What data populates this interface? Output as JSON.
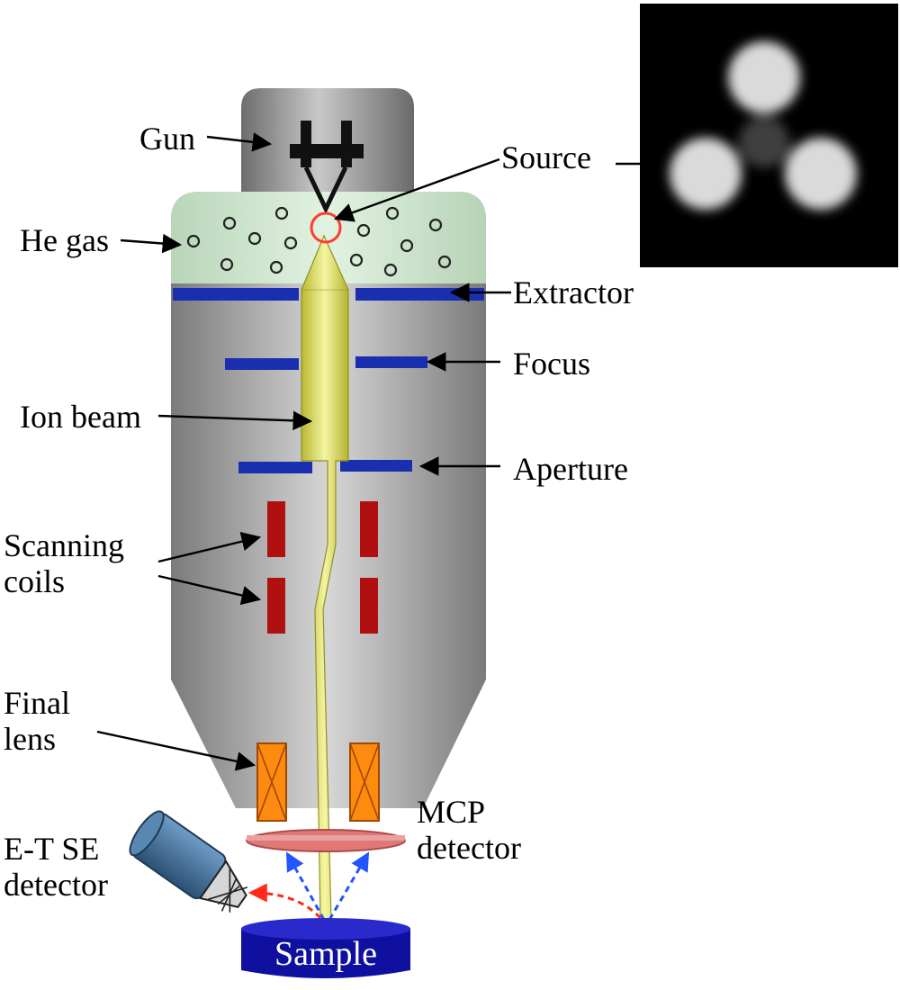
{
  "labels": {
    "gun": "Gun",
    "source": "Source",
    "he_gas": "He gas",
    "extractor": "Extractor",
    "focus": "Focus",
    "ion_beam": "Ion beam",
    "aperture": "Aperture",
    "scanning_coils_line1": "Scanning",
    "scanning_coils_line2": "coils",
    "final_lens_line1": "Final",
    "final_lens_line2": "lens",
    "mcp_line1": "MCP",
    "mcp_line2": "detector",
    "et_line1": "E-T SE",
    "et_line2": "detector",
    "sample": "Sample"
  },
  "colors": {
    "column_gray": "#a9a9a9",
    "he_gas_green": "#cfe6cf",
    "electrode_blue": "#1a2fb0",
    "coil_red": "#b01010",
    "lens_orange": "#ff8a10",
    "beam_yellow": "#e3e24a",
    "sample_blue": "#1010a0",
    "mcp_pink": "#e07878",
    "source_ring_red": "#ff3b2f",
    "secondary_blue": "#2255ff",
    "secondary_red": "#ff2a1a",
    "detector_blue": "#3a6a9a"
  }
}
